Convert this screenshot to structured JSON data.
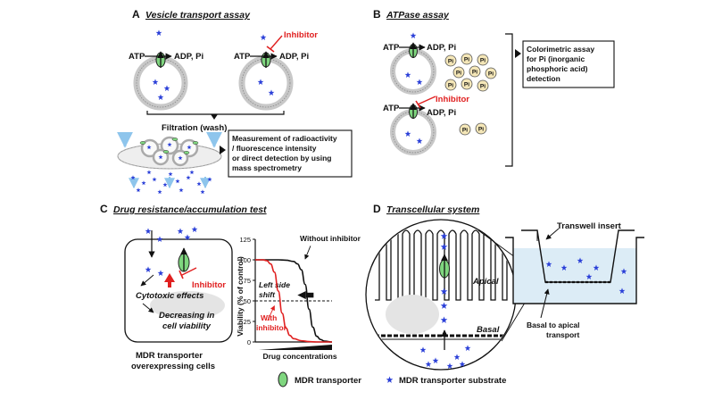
{
  "panels": {
    "a": {
      "letter": "A",
      "title": "Vesicle transport assay",
      "atp": "ATP",
      "adp": "ADP, Pi",
      "inhibitor": "Inhibitor",
      "filtration": "Filtration (wash)",
      "box": [
        "Measurement of radioactivity",
        "/ fluorescence intensity",
        "or direct detection by using",
        "mass spectrometry"
      ]
    },
    "b": {
      "letter": "B",
      "title": "ATPase assay",
      "atp": "ATP",
      "adp": "ADP, Pi",
      "inhibitor": "Inhibitor",
      "pi": "Pi",
      "box": [
        "Colorimetric assay",
        "for Pi (inorganic",
        "phosphoric acid)",
        "detection"
      ]
    },
    "c": {
      "letter": "C",
      "title": "Drug resistance/accumulation test",
      "inhibitor": "Inhibitor",
      "cytotoxic": "Cytotoxic effects",
      "decreasing": [
        "Decreasing in",
        "cell viability"
      ],
      "cells_label": [
        "MDR transporter",
        "overexpressing cells"
      ],
      "without": "Without inhibitor",
      "left_shift": [
        "Left side",
        "shift"
      ],
      "with": [
        "With",
        "inhibitor"
      ]
    },
    "d": {
      "letter": "D",
      "title": "Transcellular system",
      "insert": "Transwell insert",
      "apical": "Apical",
      "basal": "Basal",
      "transport": [
        "Basal to apical",
        "transport"
      ]
    }
  },
  "legend": {
    "transporter": "MDR transporter",
    "substrate": "MDR transporter substrate"
  },
  "colors": {
    "transporter": "#7fd67f",
    "substrate": "#2a3fd8",
    "inhibitor": "#e02020",
    "pi_fill": "#f5e7b8",
    "membrane": "#c8c8c8",
    "cell_gray": "#e4e4e4",
    "well_fluid": "#dcecf6"
  },
  "chart_data": {
    "type": "line",
    "title": "",
    "xlabel": "Drug concentrations",
    "ylabel": "Viability (% of control)",
    "ylim": [
      0,
      125
    ],
    "yticks": [
      0,
      25,
      50,
      75,
      100,
      125
    ],
    "xlim": [
      0,
      10
    ],
    "series": [
      {
        "name": "Without inhibitor",
        "color": "#111111",
        "x": [
          0,
          1,
          2,
          3,
          4,
          5,
          5.5,
          6,
          6.5,
          7,
          7.5,
          8,
          8.5,
          9,
          10
        ],
        "y": [
          100,
          100,
          100,
          100,
          99.5,
          98,
          95,
          88,
          70,
          40,
          18,
          7,
          3,
          1,
          0
        ]
      },
      {
        "name": "With inhibitor",
        "color": "#e02020",
        "x": [
          0,
          1,
          1.5,
          2,
          2.5,
          3,
          3.5,
          4,
          4.5,
          5,
          6,
          7,
          8,
          9,
          10
        ],
        "y": [
          100,
          100,
          99,
          95,
          85,
          62,
          35,
          17,
          8,
          4,
          1.5,
          0.5,
          0,
          0,
          0
        ]
      }
    ],
    "reference_line": 50,
    "grid": false,
    "legend": "inline"
  }
}
